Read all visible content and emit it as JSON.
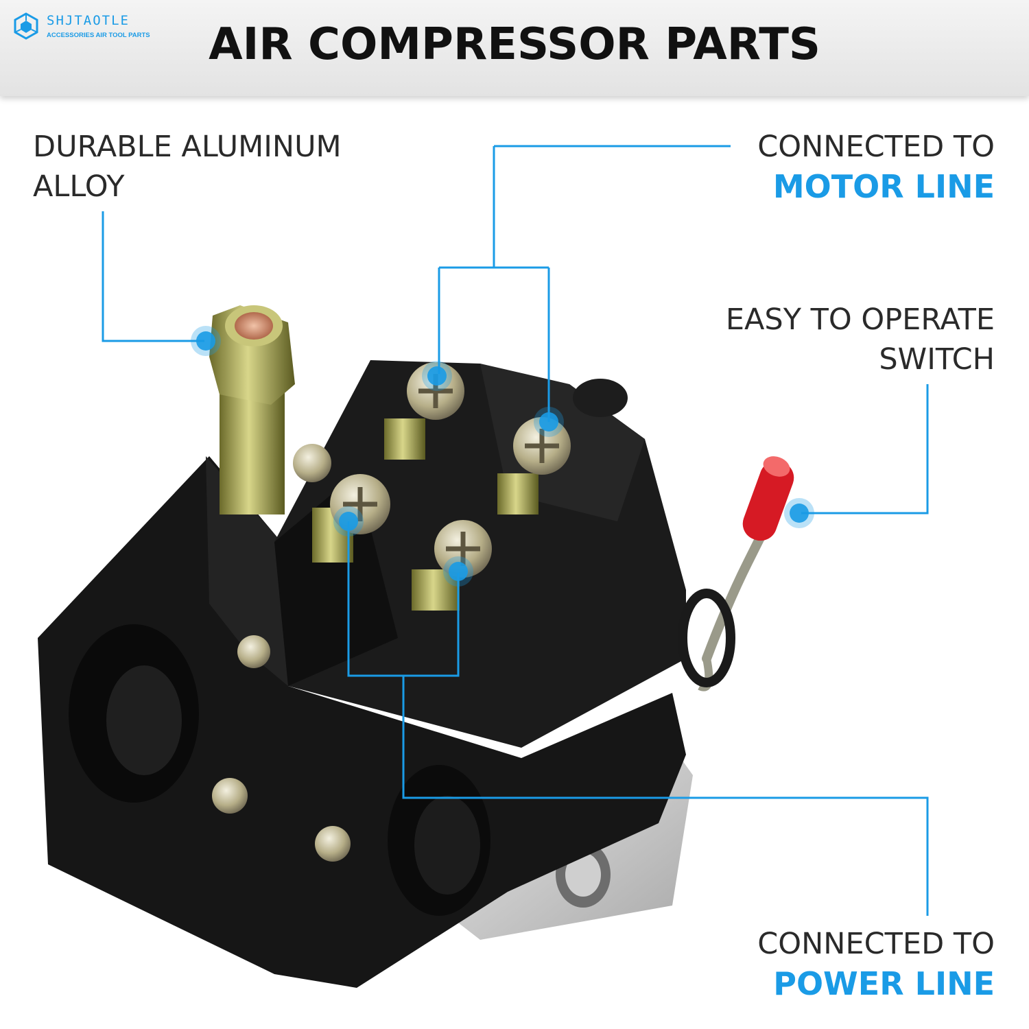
{
  "brand": {
    "name": "SHJTAOTLE",
    "tagline": "ACCESSORIES AIR TOOL PARTS"
  },
  "title": "AIR COMPRESSOR PARTS",
  "callouts": {
    "aluminum": {
      "line1": "DURABLE ALUMINUM",
      "line2": "ALLOY"
    },
    "motor": {
      "line1": "CONNECTED TO",
      "line2": "MOTOR LINE"
    },
    "switch": {
      "line1": "EASY TO OPERATE",
      "line2": "SWITCH"
    },
    "power": {
      "line1": "CONNECTED TO",
      "line2": "POWER LINE"
    }
  },
  "colors": {
    "accent": "#1a9be6",
    "text": "#2a2a2a",
    "body": "#121212"
  }
}
